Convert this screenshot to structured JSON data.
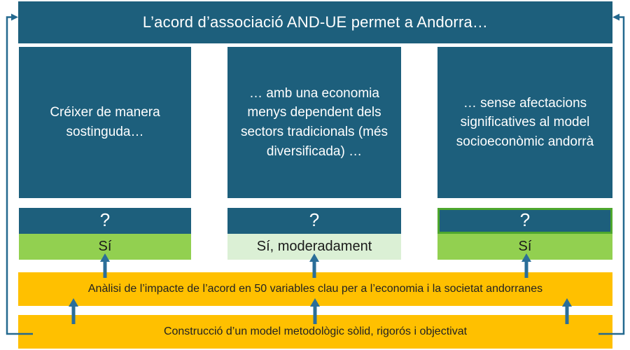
{
  "banner": {
    "title": "L’acord d’associació AND-UE permet a Andorra…"
  },
  "columns": [
    {
      "statement": "Créixer de manera sostinguda…",
      "question": "?",
      "answer": "Sí",
      "answer_strength": "strong"
    },
    {
      "statement": "… amb una economia menys dependent dels sectors tradicionals (més diversificada) …",
      "question": "?",
      "answer": "Sí, moderadament",
      "answer_strength": "moderate"
    },
    {
      "statement": "… sense afectacions significatives al model socioeconòmic andorrà",
      "question": "?",
      "answer": "Sí",
      "answer_strength": "strong",
      "highlighted": true
    }
  ],
  "bars": {
    "analysis": "Anàlisi de l’impacte de l’acord en 50 variables clau per a l’economia i la societat andorranes",
    "methodology": "Construcció d’un model metodològic sòlid, rigorós i objectivat"
  },
  "colors": {
    "teal": "#1d5f7c",
    "green_strong": "#92d050",
    "green_light": "#dbf0d5",
    "green_outline": "#4ea72e",
    "amber": "#ffc000",
    "arrow_blue": "#2a6e99",
    "text_light": "#ffffff",
    "text_dark": "#1a1a1a"
  }
}
